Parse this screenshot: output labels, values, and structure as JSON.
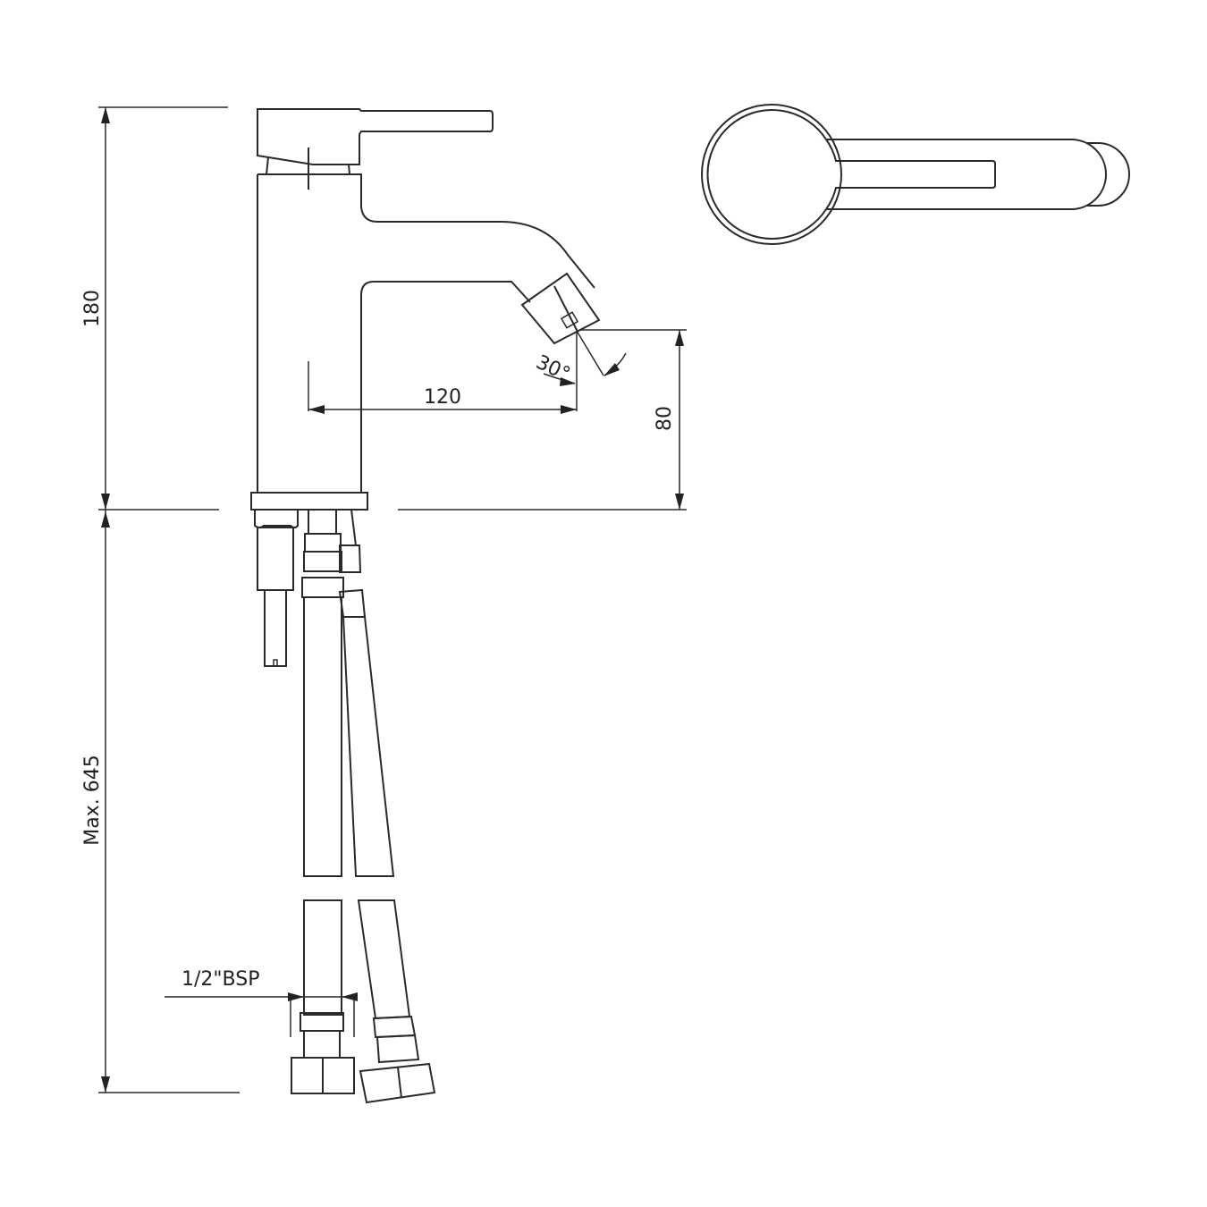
{
  "drawing": {
    "subject": "Single-lever basin mixer tap technical drawing",
    "views": [
      "side-elevation",
      "top-plan"
    ],
    "colors": {
      "line": "#2a2a2a",
      "background": "#ffffff"
    }
  },
  "dimensions": {
    "overall_height": "180",
    "spout_projection": "120",
    "spout_height": "80",
    "spout_angle": "30°",
    "hose_length": "Max. 645",
    "connection": "1/2\"BSP"
  }
}
